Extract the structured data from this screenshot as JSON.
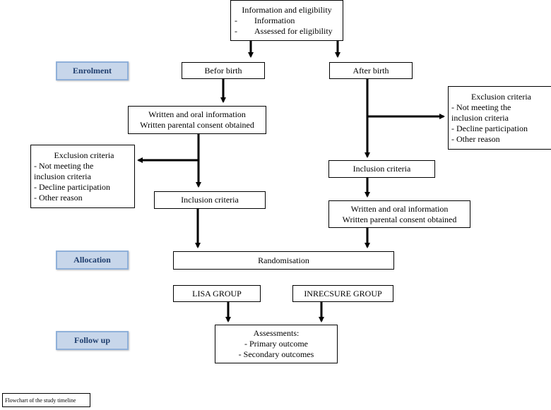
{
  "info": {
    "title": "Information and eligibility",
    "items": [
      "Information",
      "Assessed for eligibility"
    ]
  },
  "stages": {
    "enrolment": "Enrolment",
    "allocation": "Allocation",
    "follow_up": "Follow up"
  },
  "before_birth": {
    "label": "Befor birth",
    "consent": [
      "Written and oral information",
      "Written parental consent obtained"
    ],
    "inclusion": "Inclusion criteria",
    "exclusion": {
      "title": "Exclusion criteria",
      "items": [
        "- Not meeting the",
        "inclusion criteria",
        "- Decline participation",
        "- Other reason"
      ]
    }
  },
  "after_birth": {
    "label": "After birth",
    "inclusion": "Inclusion criteria",
    "consent": [
      "Written and oral information",
      "Written parental consent obtained"
    ],
    "exclusion": {
      "title": "Exclusion criteria",
      "items": [
        "- Not meeting the",
        "inclusion criteria",
        "- Decline participation",
        "- Other reason"
      ]
    }
  },
  "randomisation": "Randomisation",
  "groups": [
    "LISA GROUP",
    "INRECSURE GROUP"
  ],
  "assessments": {
    "title": "Assessments:",
    "items": [
      "- Primary outcome",
      "- Secondary outcomes"
    ]
  },
  "caption": "Flowchart of the study timeline"
}
